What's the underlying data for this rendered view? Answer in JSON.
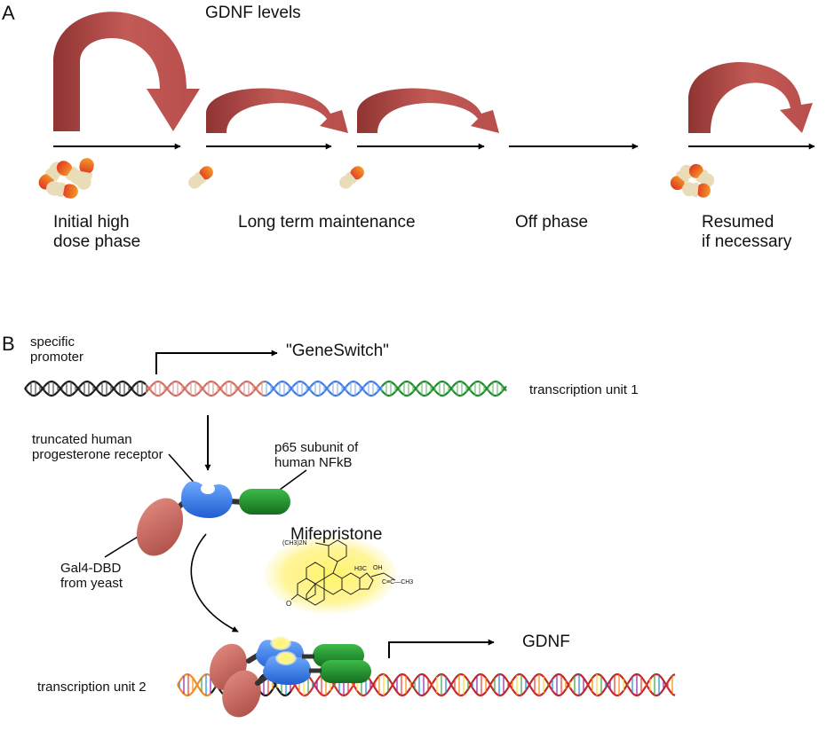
{
  "panel_a": {
    "letter": "A",
    "gdnf_levels": "GDNF levels",
    "phase_initial": "Initial high\ndose phase",
    "phase_maintenance": "Long term maintenance",
    "phase_off": "Off phase",
    "phase_resumed": "Resumed\nif necessary"
  },
  "panel_b": {
    "letter": "B",
    "specific_promoter": "specific\npromoter",
    "geneswitch": "\"GeneSwitch\"",
    "transcription_unit_1": "transcription unit 1",
    "truncated_receptor": "truncated human\nprogesterone receptor",
    "p65_subunit": "p65 subunit of\nhuman NFkB",
    "mifepristone": "Mifepristone",
    "gal4_dbd": "Gal4-DBD\nfrom yeast",
    "gdnf": "GDNF",
    "transcription_unit_2": "transcription unit 2"
  },
  "colors": {
    "arc_red": "#b24a48",
    "promoter_black": "#1a1a1a",
    "receptor_blue": "#3d7be0",
    "gal4_pink": "#cf6d63",
    "p65_green": "#1f8a2a"
  }
}
